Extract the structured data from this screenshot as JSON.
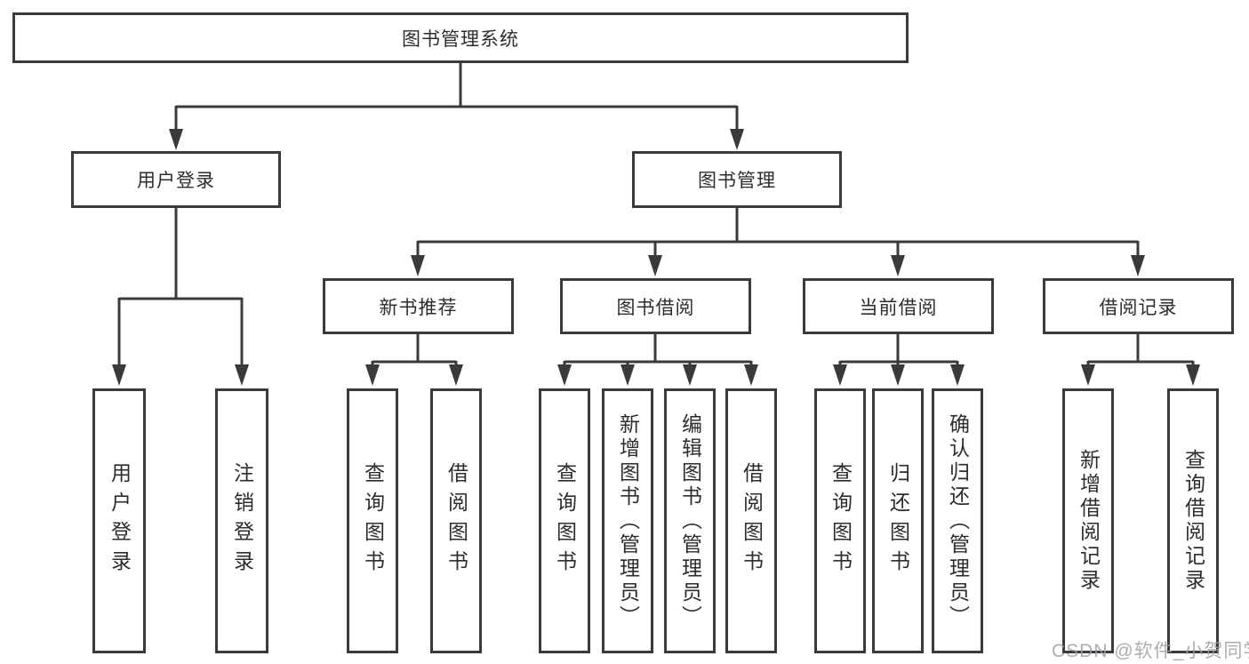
{
  "diagram": {
    "root": {
      "label": "图书管理系统"
    },
    "branches": {
      "user_login": {
        "label": "用户登录",
        "children": [
          {
            "label": "用户登录"
          },
          {
            "label": "注销登录"
          }
        ]
      },
      "book_mgmt": {
        "label": "图书管理",
        "sections": [
          {
            "label": "新书推荐",
            "children": [
              {
                "label": "查询图书"
              },
              {
                "label": "借阅图书"
              }
            ]
          },
          {
            "label": "图书借阅",
            "children": [
              {
                "label": "查询图书"
              },
              {
                "label": "新增图书（管理员）"
              },
              {
                "label": "编辑图书（管理员）"
              },
              {
                "label": "借阅图书"
              }
            ]
          },
          {
            "label": "当前借阅",
            "children": [
              {
                "label": "查询图书"
              },
              {
                "label": "归还图书"
              },
              {
                "label": "确认归还（管理员）"
              }
            ]
          },
          {
            "label": "借阅记录",
            "children": [
              {
                "label": "新增借阅记录"
              },
              {
                "label": "查询借阅记录"
              }
            ]
          }
        ]
      }
    }
  },
  "watermark": {
    "text": "CSDN @软件_小贺同学"
  },
  "colors": {
    "line": "#3a3a3a",
    "text": "#2d2d2d",
    "watermark": "#9e9ea4",
    "background": "#ffffff"
  }
}
